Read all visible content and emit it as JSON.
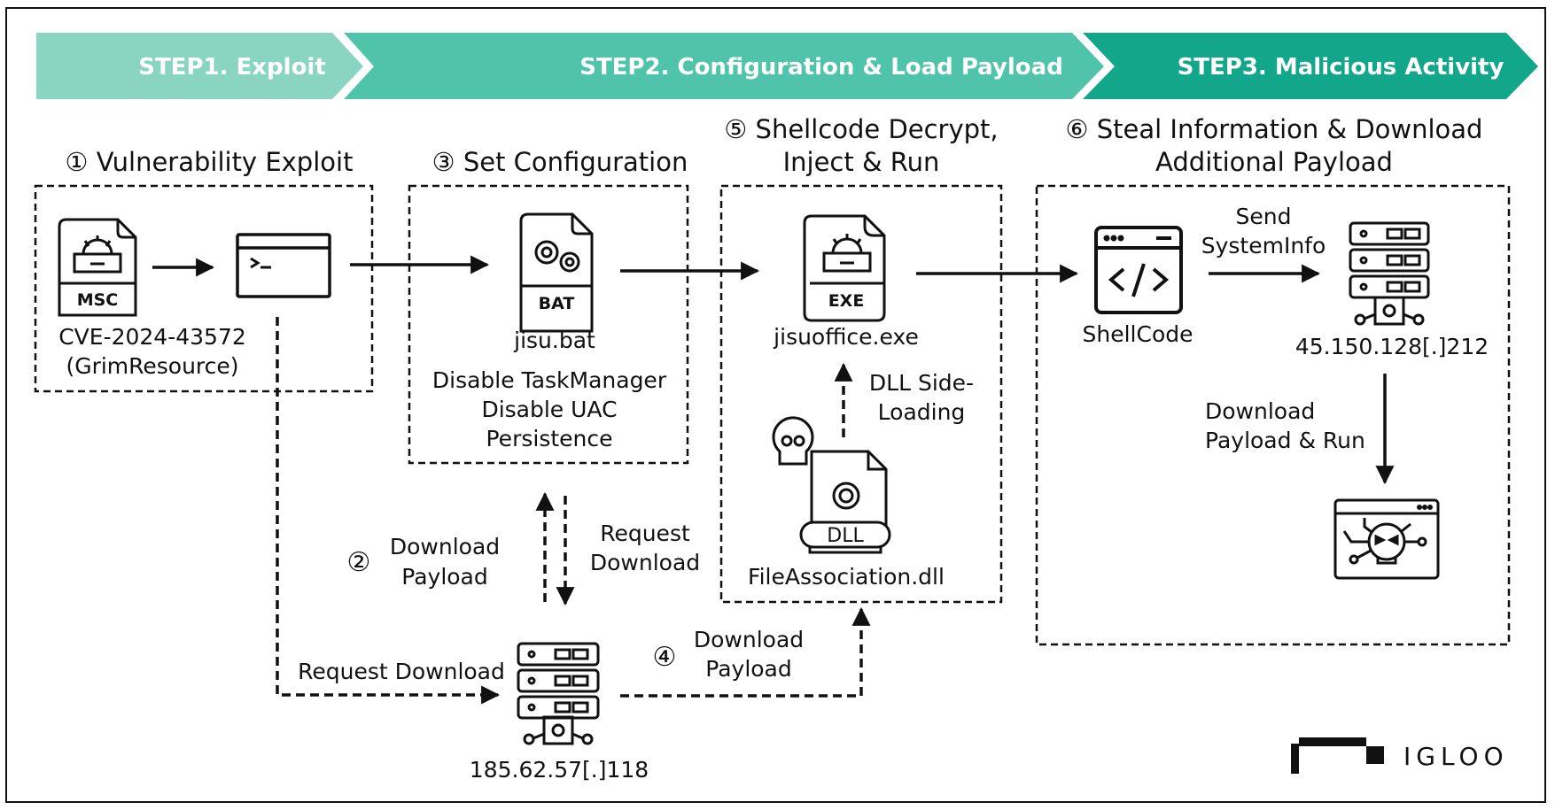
{
  "colors": {
    "step1": "#8ad4c2",
    "step2": "#4fc4ab",
    "step3": "#12a68a",
    "line": "#111111"
  },
  "steps": [
    {
      "label": "STEP1.  Exploit"
    },
    {
      "label": "STEP2. Configuration & Load Payload"
    },
    {
      "label": "STEP3. Malicious Activity"
    }
  ],
  "stages": {
    "s1": {
      "title": "① Vulnerability Exploit",
      "file_tag": "MSC",
      "caption_line1": "CVE-2024-43572",
      "caption_line2": "(GrimResource)"
    },
    "s3": {
      "title": "③ Set Configuration",
      "file_tag": "BAT",
      "file_name": "jisu.bat",
      "actions": [
        "Disable TaskManager",
        "Disable UAC",
        "Persistence"
      ]
    },
    "s5": {
      "title_line1": "⑤ Shellcode Decrypt,",
      "title_line2": "Inject & Run",
      "exe_tag": "EXE",
      "exe_name": "jisuoffice.exe",
      "dll_tag": "DLL",
      "dll_name": "FileAssociation.dll",
      "sideload_line1": "DLL Side-",
      "sideload_line2": "Loading"
    },
    "s6": {
      "title_line1": "⑥ Steal Information & Download",
      "title_line2": "Additional Payload",
      "shellcode_label": "ShellCode",
      "send_line1": "Send",
      "send_line2": "SystemInfo",
      "c2_ip": "45.150.128[.]212",
      "download_line1": "Download",
      "download_line2": "Payload & Run"
    }
  },
  "flows": {
    "s2_marker": "②",
    "s2_line1": "Download",
    "s2_line2": "Payload",
    "request_line1": "Request",
    "request_line2": "Download",
    "request_download": "Request Download",
    "s4_marker": "④",
    "s4_line1": "Download",
    "s4_line2": "Payload",
    "server_ip": "185.62.57[.]118"
  },
  "logo": {
    "text": "IGLOO"
  }
}
